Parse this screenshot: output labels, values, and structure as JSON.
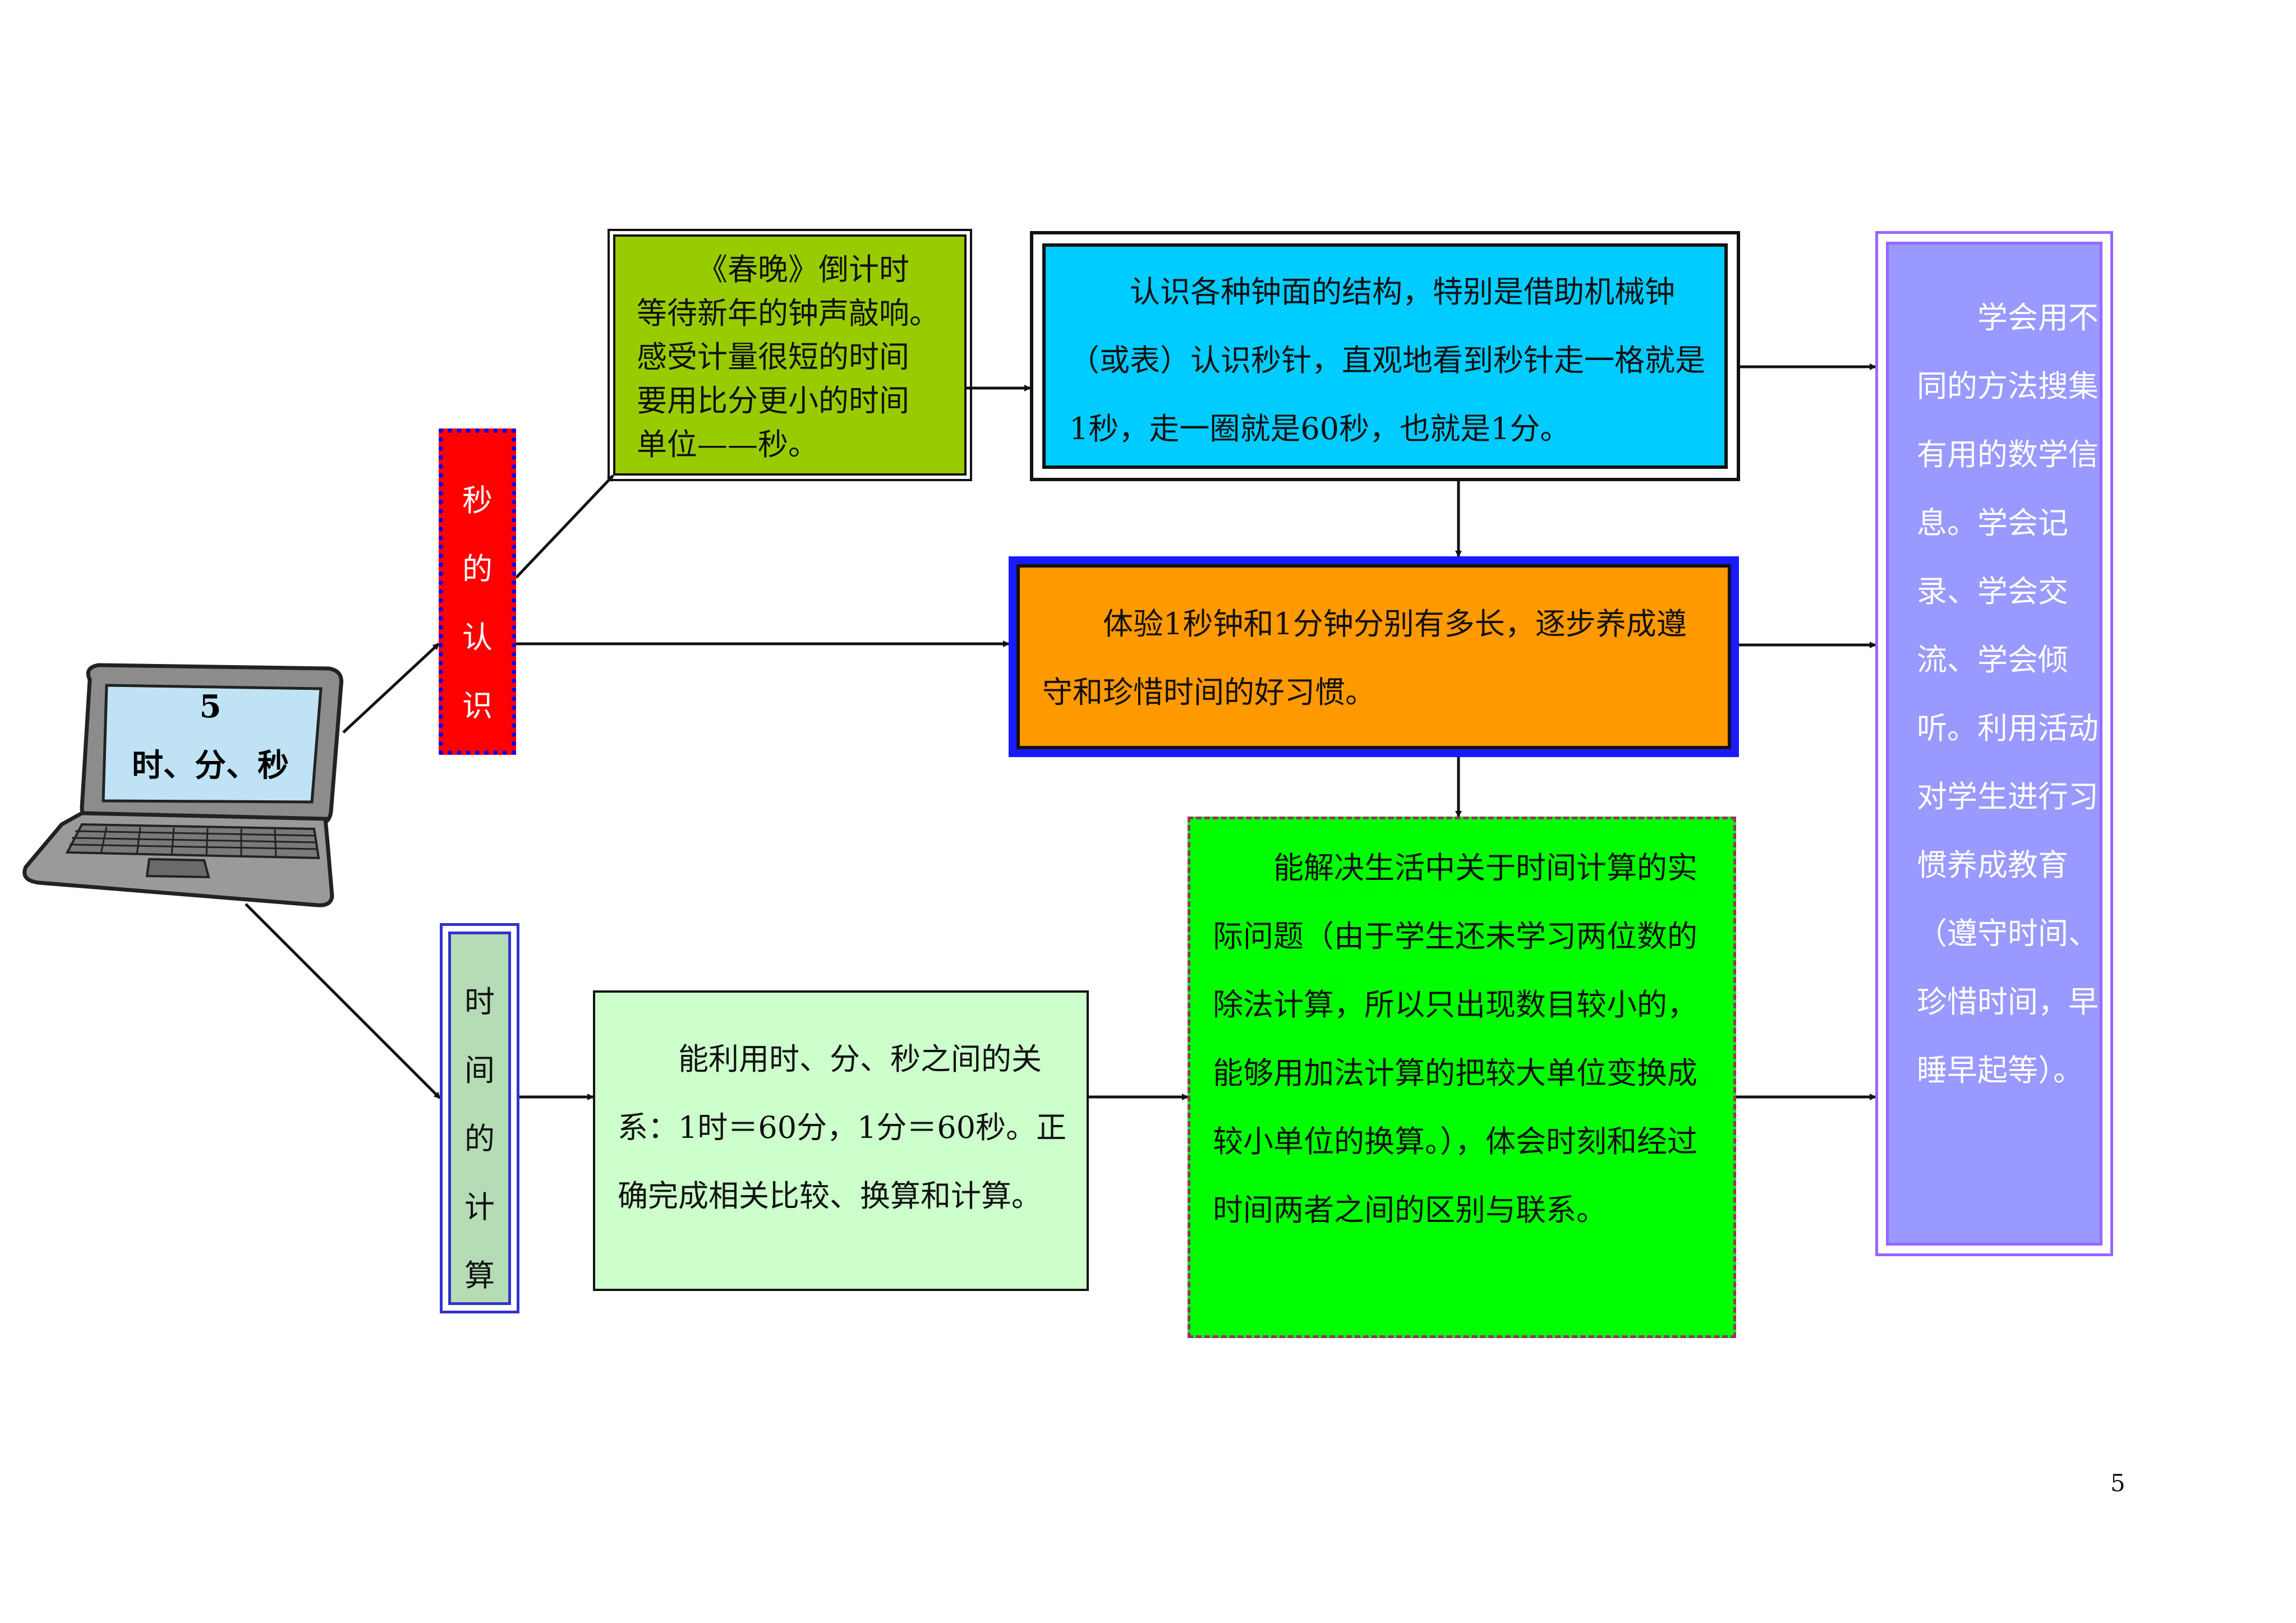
{
  "laptop": {
    "number": "5",
    "title": "时、分、秒"
  },
  "nodes": {
    "second_recognition": {
      "chars": [
        "秒",
        "的",
        "认",
        "识"
      ]
    },
    "time_calculation": {
      "chars": [
        "时",
        "间",
        "的",
        "计",
        "算"
      ]
    },
    "chunwan": {
      "lines": [
        "《春晚》倒计时",
        "等待新年的钟声敲响。",
        "感受计量很短的时间",
        "要用比分更小的时间",
        "单位——秒。"
      ]
    },
    "clock_face": {
      "text": "认识各种钟面的结构，特别是借助机械钟（或表）认识秒针，直观地看到秒针走一格就是1秒，走一圈就是60秒，也就是1分。"
    },
    "experience": {
      "text": "体验1秒钟和1分钟分别有多长，逐步养成遵守和珍惜时间的好习惯。"
    },
    "relation": {
      "text": "能利用时、分、秒之间的关系：1时＝60分，1分＝60秒。正确完成相关比较、换算和计算。"
    },
    "solve": {
      "text": "能解决生活中关于时间计算的实际问题（由于学生还未学习两位数的除法计算，所以只出现数目较小的，能够用加法计算的把较大单位变换成较小单位的换算。），体会时刻和经过时间两者之间的区别与联系。"
    },
    "learn": {
      "text": "学会用不同的方法搜集有用的数学信息。学会记录、学会交流、学会倾听。利用活动对学生进行习惯养成教育（遵守时间、珍惜时间，早睡早起等）。"
    }
  },
  "page_number": "5",
  "colors": {
    "chunwan": "#99cc00",
    "clock_face": "#00ccff",
    "experience": "#ff9900",
    "experience_border": "#1a1aff",
    "solve": "#00ff00",
    "relation": "#ccffcc",
    "learn": "#9999ff",
    "second": "#ff0000",
    "second_dots": "#0000ff",
    "time_calc": "#b5dcb5"
  }
}
